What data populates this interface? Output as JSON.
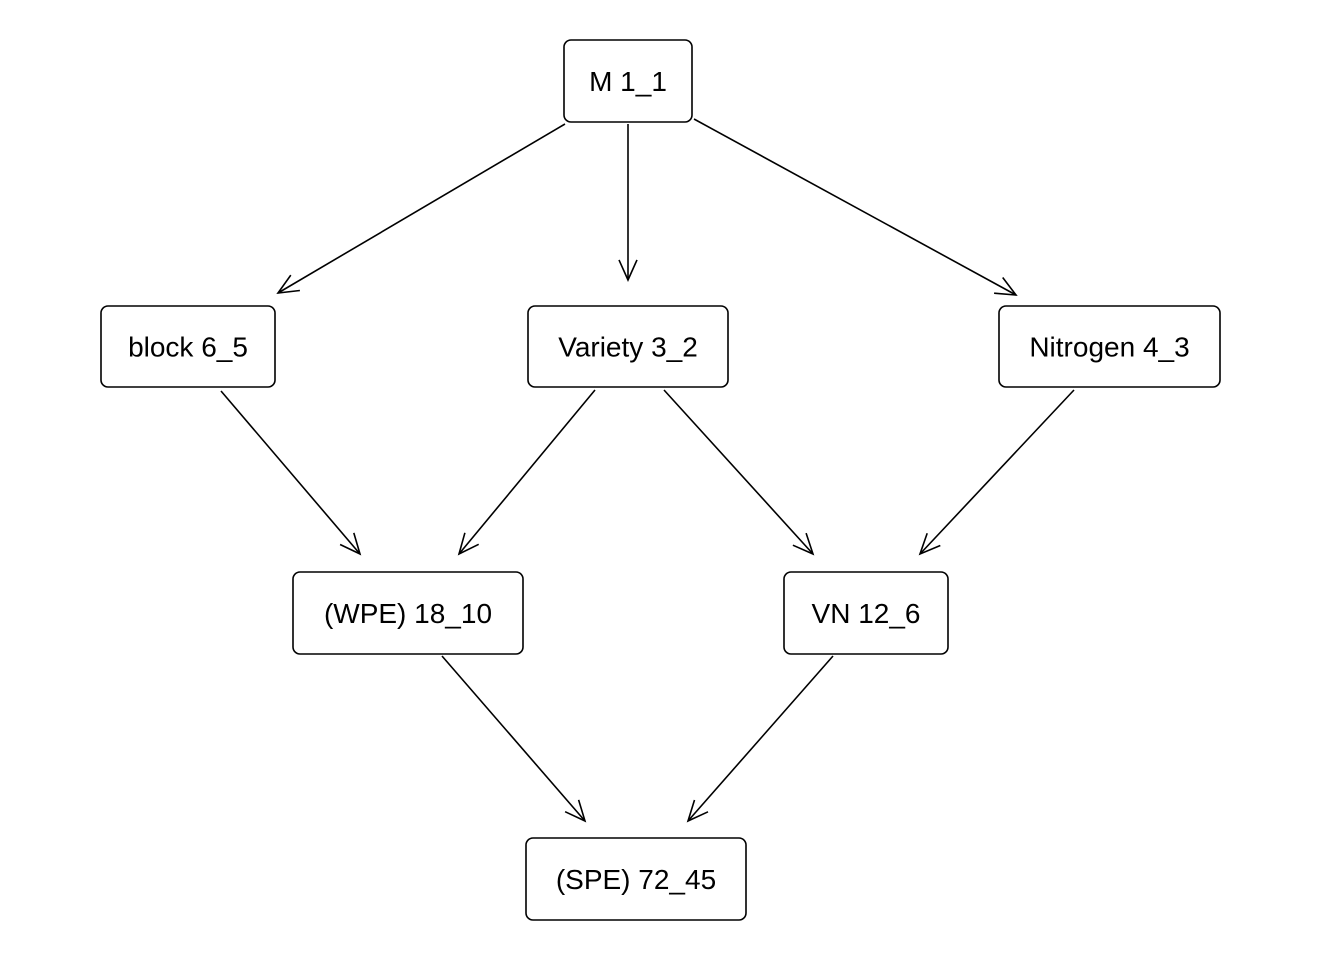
{
  "nodes": [
    {
      "id": "m",
      "label": "M 1_1"
    },
    {
      "id": "block",
      "label": "block 6_5"
    },
    {
      "id": "variety",
      "label": "Variety 3_2"
    },
    {
      "id": "nitrogen",
      "label": "Nitrogen 4_3"
    },
    {
      "id": "wpe",
      "label": "(WPE) 18_10"
    },
    {
      "id": "vn",
      "label": "VN 12_6"
    },
    {
      "id": "spe",
      "label": "(SPE) 72_45"
    }
  ],
  "edges": [
    {
      "from": "m",
      "to": "block"
    },
    {
      "from": "m",
      "to": "variety"
    },
    {
      "from": "m",
      "to": "nitrogen"
    },
    {
      "from": "block",
      "to": "wpe"
    },
    {
      "from": "variety",
      "to": "wpe"
    },
    {
      "from": "variety",
      "to": "vn"
    },
    {
      "from": "nitrogen",
      "to": "vn"
    },
    {
      "from": "wpe",
      "to": "spe"
    },
    {
      "from": "vn",
      "to": "spe"
    }
  ]
}
